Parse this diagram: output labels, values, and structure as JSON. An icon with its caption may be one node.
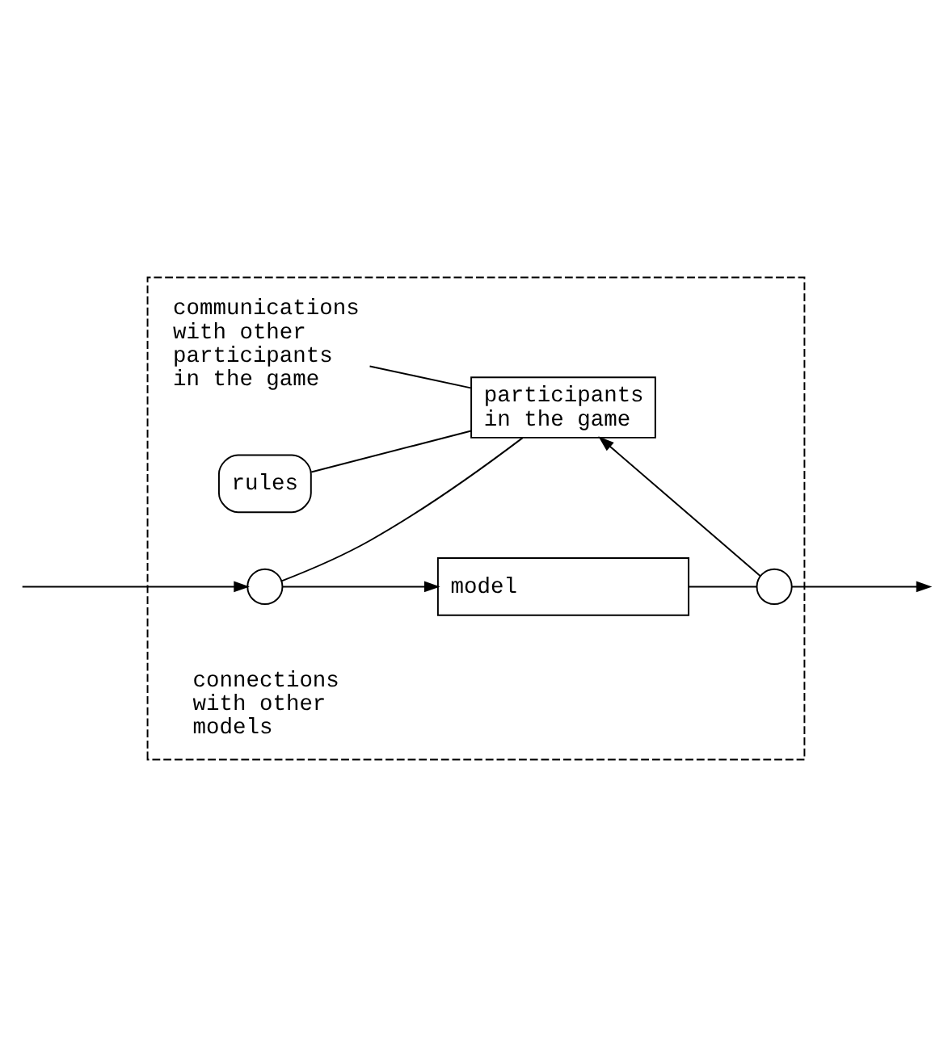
{
  "diagram": {
    "nodes": [
      {
        "text": [],
        "shape": "box"
      },
      {
        "text": [
          "communications with other participants in the game"
        ],
        "in": 0
      },
      {
        "text": [
          "rules"
        ],
        "in": 0
      },
      {
        "text": [
          "participants in the game"
        ],
        "in": 0
      },
      {
        "text": [],
        "shape": "circle",
        "in": 0
      },
      {
        "text": [
          "model"
        ],
        "in": 0
      },
      {
        "text": [],
        "shape": "circle",
        "in": 0
      }
    ],
    "edges": [
      {
        "from": 1,
        "to": 3,
        "arrow": "none"
      },
      {
        "from": 2,
        "to": 3,
        "arrow": "none"
      },
      {
        "from": null,
        "to": 4,
        "arrow": "to"
      },
      {
        "from": 4,
        "to": 3,
        "arrow": "none"
      },
      {
        "from": 4,
        "to": 5,
        "arrow": "to"
      },
      {
        "from": 5,
        "to": 6,
        "arrow": "none"
      },
      {
        "from": 6,
        "to": 3,
        "arrow": "to"
      },
      {
        "from": 6,
        "to": null,
        "arrow": "to"
      }
    ],
    "labels": [
      "connections with other models"
    ]
  }
}
